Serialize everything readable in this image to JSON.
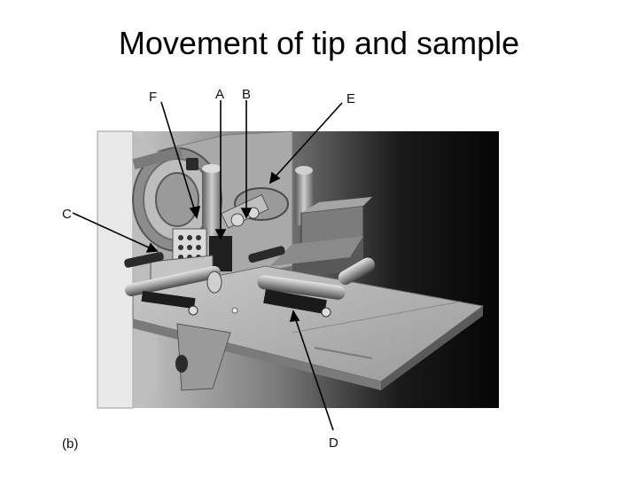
{
  "slide": {
    "title": "Movement of tip and sample"
  },
  "figure": {
    "labels": {
      "a": "A",
      "b": "B",
      "c": "C",
      "d": "D",
      "e": "E",
      "f": "F"
    },
    "caption": "(b)"
  }
}
